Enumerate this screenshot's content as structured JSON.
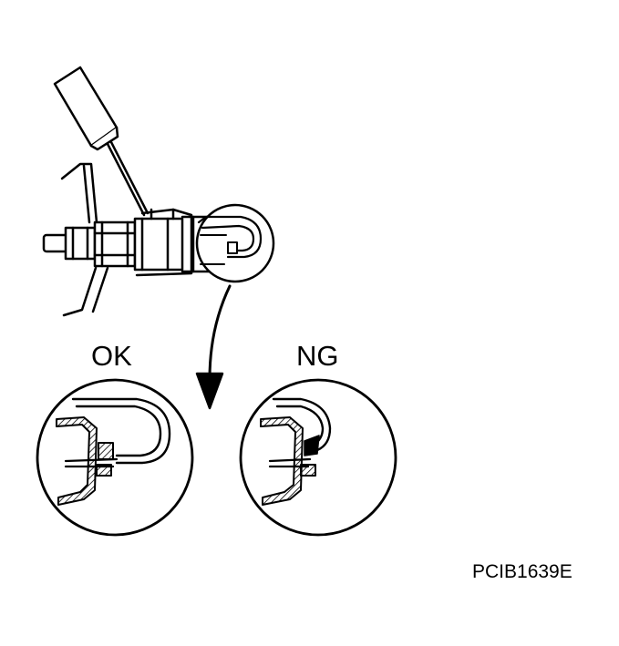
{
  "labels": {
    "ok": "OK",
    "ng": "NG",
    "figure_code": "PCIB1639E"
  },
  "colors": {
    "stroke": "#000000",
    "background": "#ffffff"
  }
}
